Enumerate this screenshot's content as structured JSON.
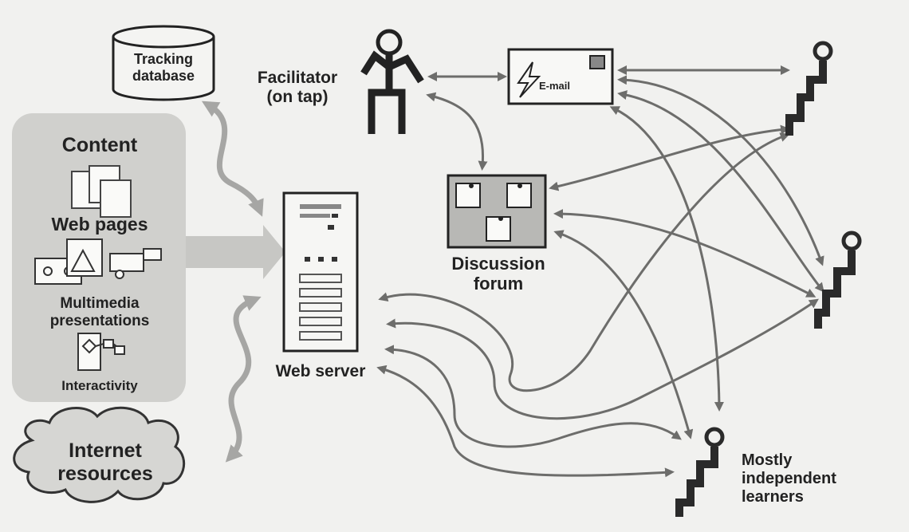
{
  "nodes": {
    "tracking_database": "Tracking\ndatabase",
    "facilitator": "Facilitator\n(on tap)",
    "email": "E-mail",
    "content_title": "Content",
    "web_pages": "Web pages",
    "multimedia": "Multimedia\npresentations",
    "interactivity": "Interactivity",
    "web_server": "Web server",
    "discussion_forum": "Discussion\nforum",
    "internet_resources": "Internet\nresources",
    "learners": "Mostly\nindependent\nlearners"
  },
  "colors": {
    "background": "#f1f1ef",
    "content_panel": "#d0d0cd",
    "arrow_gray": "#9a9a98",
    "arrow_dark": "#6d6d6b",
    "figure": "#2a2a2a"
  }
}
